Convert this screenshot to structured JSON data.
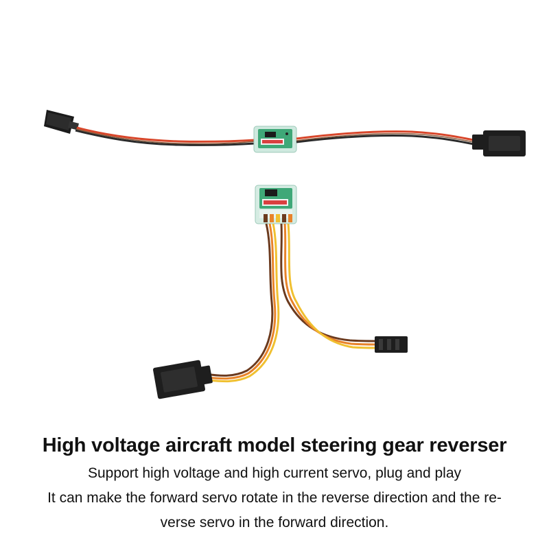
{
  "caption": {
    "title": "High voltage aircraft model steering gear reverser",
    "line1": "Support high voltage and high current servo, plug and play",
    "line2": "It can make the forward servo rotate in the reverse direction and the re-",
    "line3": "verse servo in the forward direction."
  },
  "colors": {
    "background": "#ffffff",
    "wire_red": "#d8462a",
    "wire_black": "#2a2a2a",
    "wire_brown": "#6b3a1e",
    "wire_orange": "#e8832a",
    "wire_yellow": "#f0c030",
    "pcb_green": "#3fa878",
    "connector_black": "#1e1e1e"
  }
}
